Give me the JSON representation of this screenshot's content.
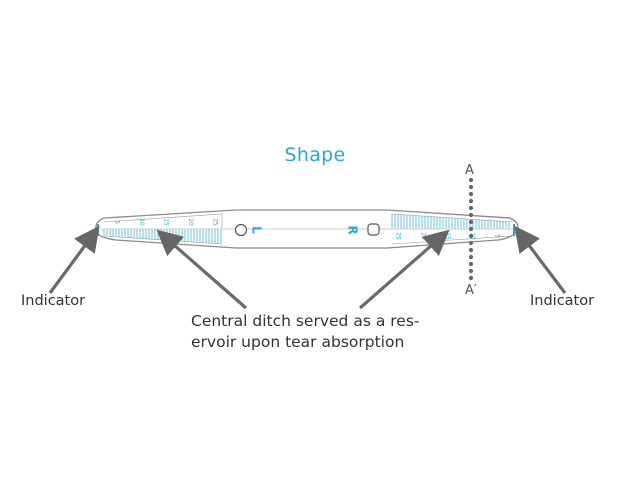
{
  "title": "Shape",
  "labels": {
    "indicator_left": "Indicator",
    "indicator_right": "Indicator",
    "caption_line1": "Central ditch served as a res-",
    "caption_line2": "ervoir upon tear absorption",
    "section_top": "A",
    "section_bottom": "A′"
  },
  "strip": {
    "left_letter": "L",
    "right_letter": "R",
    "left_scale": [
      "5",
      "10",
      "15",
      "20",
      "25"
    ],
    "right_scale": [
      "25",
      "20",
      "15",
      "10",
      "5"
    ]
  },
  "colors": {
    "accent": "#2aa7d6",
    "outline": "#777777",
    "arrow": "#666666",
    "text": "#333333"
  }
}
